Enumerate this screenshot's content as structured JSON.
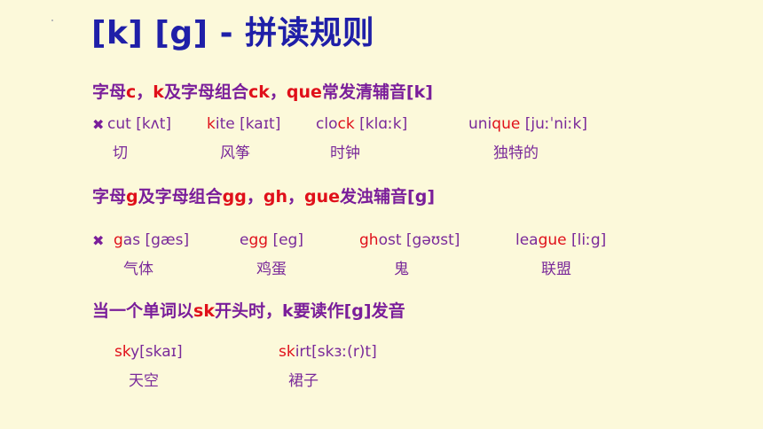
{
  "title": "[k] [g] - 拼读规则",
  "bullet_symbol": "✖",
  "section1": {
    "heading": {
      "pre": "字母",
      "a": "c",
      "sep1": "，",
      "b": "k",
      "mid": "及字母组合",
      "c": "ck",
      "sep2": "，",
      "d": "que",
      "post": "常发清辅音[k]"
    },
    "words": [
      {
        "pre": "cut [kʌt]",
        "hl": "",
        "post": "",
        "meaning": "切"
      },
      {
        "pre": "",
        "hl": "k",
        "post": "ite [kaɪt]",
        "meaning": "风筝"
      },
      {
        "pre": "clo",
        "hl": "ck",
        "post": " [klɑːk]",
        "meaning": "时钟"
      },
      {
        "pre": "uni",
        "hl": "que",
        "post": " [juːˈniːk]",
        "meaning": "独特的"
      }
    ]
  },
  "section2": {
    "heading": {
      "pre": "字母",
      "a": "g",
      "mid": "及字母组合",
      "b": "gg",
      "sep1": "，",
      "c": "gh",
      "sep2": "，",
      "d": "gue",
      "post": "发浊辅音[g]"
    },
    "words": [
      {
        "pre": "",
        "hl": "g",
        "post": "as [gæs]",
        "meaning": "气体"
      },
      {
        "pre": "e",
        "hl": "gg",
        "post": " [eg]",
        "meaning": "鸡蛋"
      },
      {
        "pre": "",
        "hl": "gh",
        "post": "ost [gəʊst]",
        "meaning": "鬼"
      },
      {
        "pre": "lea",
        "hl": "gue",
        "post": " [liːg]",
        "meaning": "联盟"
      }
    ]
  },
  "section3": {
    "heading": {
      "pre": "当一个单词以",
      "a": "sk",
      "post": "开头时，k要读作[g]发音"
    },
    "words": [
      {
        "pre": "",
        "hl": "sk",
        "post": "y[skaɪ]",
        "meaning": "天空"
      },
      {
        "pre": "",
        "hl": "sk",
        "post": "irt[skɜː(r)t]",
        "meaning": "裙子"
      }
    ]
  }
}
